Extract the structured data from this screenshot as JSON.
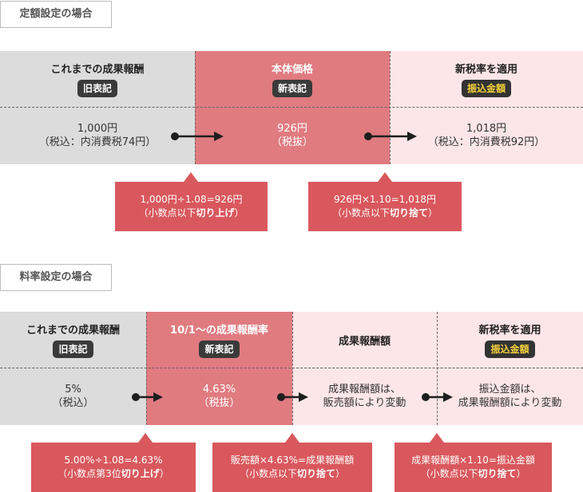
{
  "fixed": {
    "label": "定額設定の場合",
    "old": {
      "title": "これまでの成果報酬",
      "badge": "旧表記",
      "line1": "1,000円",
      "line2": "（税込：内消費税74円）"
    },
    "base": {
      "title": "本体価格",
      "badge": "新表記",
      "line1": "926円",
      "line2": "（税抜）"
    },
    "new": {
      "title": "新税率を適用",
      "badge": "振込金額",
      "line1": "1,018円",
      "line2": "（税込：内消費税92円）"
    },
    "callout1": {
      "formula": "1,000円÷1.08=926円",
      "note_pre": "（小数点以下",
      "note_bold": "切り上げ",
      "note_post": "）"
    },
    "callout2": {
      "formula": "926円×1.10=1,018円",
      "note_pre": "（小数点以下",
      "note_bold": "切り捨て",
      "note_post": "）"
    }
  },
  "rate": {
    "label": "料率設定の場合",
    "old": {
      "title": "これまでの成果報酬",
      "badge": "旧表記",
      "line1": "5%",
      "line2": "（税込）"
    },
    "base": {
      "title": "10/1～の成果報酬率",
      "badge": "新表記",
      "line1": "4.63%",
      "line2": "（税抜）"
    },
    "amount": {
      "title": "成果報酬額",
      "line1": "成果報酬額は、",
      "line2": "販売額により変動"
    },
    "new": {
      "title": "新税率を適用",
      "badge": "振込金額",
      "line1": "振込金額は、",
      "line2": "成果報酬額により変動"
    },
    "callout1": {
      "formula": "5.00%÷1.08=4.63%",
      "note_pre": "（小数点第3位",
      "note_bold": "切り上げ",
      "note_post": "）"
    },
    "callout2": {
      "formula": "販売額×4.63%=成果報酬額",
      "note_pre": "（小数点以下",
      "note_bold": "切り捨て",
      "note_post": "）"
    },
    "callout3": {
      "formula": "成果報酬額×1.10=振込金額",
      "note_pre": "（小数点以下",
      "note_bold": "切り捨て",
      "note_post": "）"
    }
  },
  "colors": {
    "old_bg": "#dcdcdc",
    "base_bg": "#e07b80",
    "new_bg": "#fde6e7",
    "callout_bg": "#d9585d",
    "badge_dark": "#3a3a3a",
    "badge_yellow_text": "#f5d13b"
  }
}
